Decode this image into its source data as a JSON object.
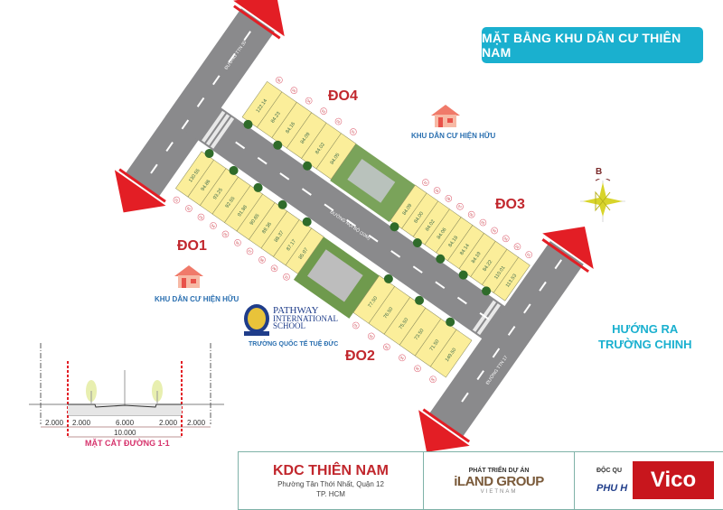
{
  "title": "MẶT BẰNG KHU DÂN CƯ THIÊN NAM",
  "colors": {
    "accent": "#1ab0cf",
    "zone_red": "#c1272d",
    "lot_fill": "#fbee9a",
    "road": "#8a8a8c",
    "arrow": "#e31e25"
  },
  "roads": {
    "ttn30": "ĐƯỜNG TTN 30",
    "internal": "ĐƯỜNG NỘI BỘ (10M)",
    "ttn17": "ĐƯỜNG TTN 17"
  },
  "zones": [
    {
      "id": "ĐO4",
      "lot_numbers": [
        "06",
        "05",
        "04",
        "03",
        "02",
        "01"
      ],
      "areas": [
        "122.14",
        "84.23",
        "84.16",
        "84.09",
        "84.02",
        "84.05"
      ]
    },
    {
      "id": "ĐO1",
      "lot_numbers": [
        "01",
        "02",
        "03",
        "04",
        "05",
        "06",
        "07",
        "08",
        "09",
        "10"
      ],
      "areas": [
        "130.55",
        "94.86",
        "93.25",
        "92.55",
        "91.88",
        "90.65",
        "89.36",
        "88.37",
        "87.17",
        "85.97"
      ]
    },
    {
      "id": "ĐO3",
      "lot_numbers": [
        "10",
        "09",
        "08",
        "07",
        "06",
        "05",
        "04",
        "03",
        "02",
        "01"
      ],
      "areas": [
        "84.09",
        "84.00",
        "84.02",
        "84.06",
        "84.18",
        "84.14",
        "84.19",
        "84.22",
        "110.01",
        "113.53"
      ]
    },
    {
      "id": "ĐO2",
      "lot_numbers": [
        "01",
        "02",
        "03",
        "04",
        "05",
        "06"
      ],
      "areas": [
        "77.50",
        "76.50",
        "75.50",
        "73.50",
        "71.50",
        "149.50"
      ]
    }
  ],
  "landmarks": {
    "existing_residential_1": "KHU DÂN CƯ HIỆN HỮU",
    "existing_residential_2": "KHU DÂN CƯ HIỆN HỮU",
    "school_logo_lines": [
      "PATHWAY",
      "INTERNATIONAL",
      "SCHOOL"
    ],
    "school_name": "TRƯỜNG QUỐC TẾ TUỆ ĐỨC",
    "compass_label": "B",
    "exit_direction": [
      "HƯỚNG RA",
      "TRƯỜNG CHINH"
    ]
  },
  "cross_section": {
    "title": "MẶT CẮT ĐƯỜNG 1-1",
    "dims": [
      "2.000",
      "2.000",
      "6.000",
      "2.000",
      "2.000"
    ],
    "total": "10.000"
  },
  "footer": {
    "project": "KDC THIÊN NAM",
    "address_line1": "Phường Tân Thới Nhất, Quận 12",
    "address_line2": "TP. HCM",
    "developer_label": "PHÁT TRIỂN DỰ ÁN",
    "developer_logo": "iLAND GROUP",
    "developer_sub": "VIETNAM",
    "distributor_label": "ĐỘC QU",
    "distributor_logo": "PHU H",
    "watermark": "Vico"
  }
}
